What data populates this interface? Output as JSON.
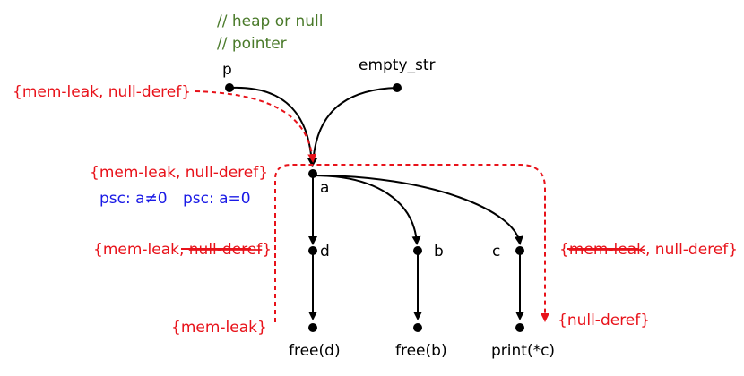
{
  "comments": [
    "// heap or null",
    "// pointer"
  ],
  "nodes": {
    "p": "p",
    "empty_str": "empty_str",
    "a": "a",
    "d": "d",
    "b": "b",
    "c": "c",
    "free_d": "free(d)",
    "free_b": "free(b)",
    "print_c": "print(*c)"
  },
  "annotations": {
    "top_left": "{mem-leak, null-deref}",
    "mid_left": "{mem-leak, null-deref}",
    "psc_left": "psc: a≠0",
    "psc_right": "psc: a=0",
    "row3_left_prefix": "{mem-leak, ",
    "row3_left_struck": "null-deref",
    "row3_left_suffix": "}",
    "row3_right_prefix": "{",
    "row3_right_struck": "mem-leak",
    "row3_right_suffix": ", null-deref}",
    "bottom_left": "{mem-leak}",
    "bottom_right": "{null-deref}"
  },
  "colors": {
    "annotation": "#e8121a",
    "psc": "#1a1ae6",
    "comment": "#4a7a2a",
    "edge": "#000000"
  }
}
